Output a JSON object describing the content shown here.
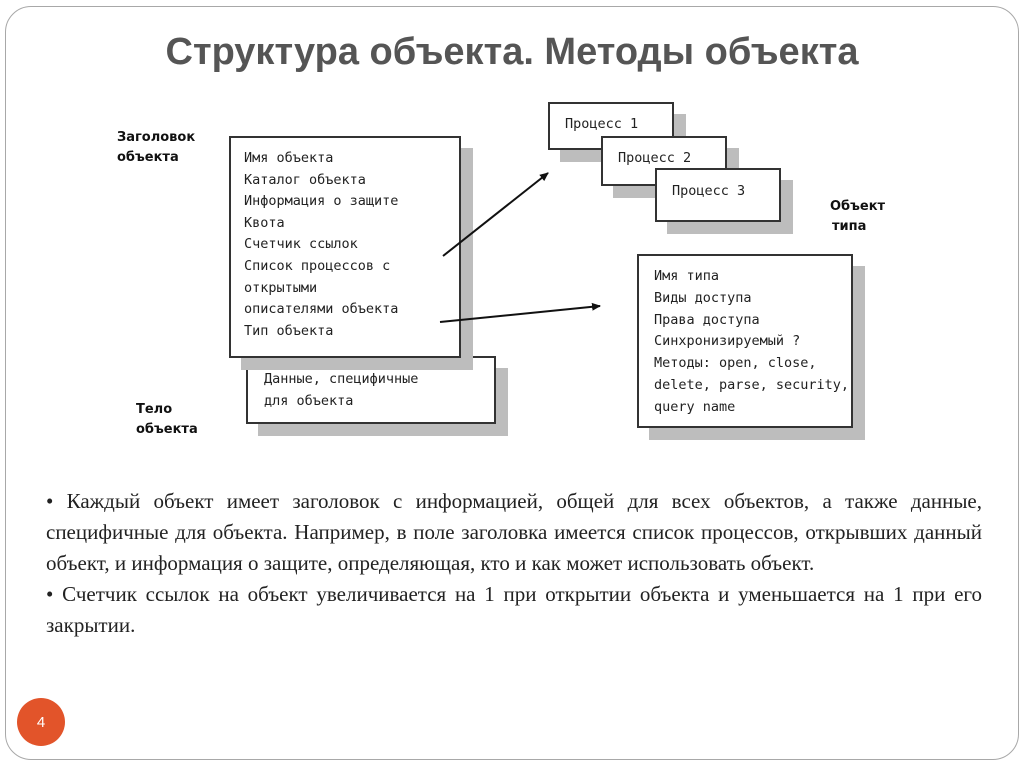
{
  "slide": {
    "title": "Структура объекта. Методы объекта",
    "page_number": "4"
  },
  "diagram": {
    "header_label": [
      "Заголовок",
      "объекта"
    ],
    "body_label": [
      "Тело",
      "объекта"
    ],
    "type_label": [
      "Объект",
      "типа"
    ],
    "header_box": [
      "Имя объекта",
      "Каталог объекта",
      "Информация о защите",
      "Квота",
      "Счетчик  ссылок",
      "Список процессов с",
      "открытыми",
      "описателями объекта",
      "Тип объекта"
    ],
    "body_box": [
      "Данные, специфичные",
      "для объекта"
    ],
    "processes": [
      "Процесс 1",
      "Процесс 2",
      "Процесс 3"
    ],
    "type_box": [
      "Имя типа",
      "Виды доступа",
      "Права доступа",
      "Синхронизируемый ?",
      "Методы: open, close,",
      "delete, parse, security,",
      "query name"
    ]
  },
  "bullets": [
    "• Каждый объект имеет заголовок с информацией, общей для всех объектов, а также данные, специфичные для объекта. Например, в поле заголовка имеется список процессов, открывших данный объект, и информация о защите, определяющая, кто и как может использовать объект.",
    "• Счетчик ссылок на объект увеличивается на 1 при открытии объекта и уменьшается на 1 при его закрытии."
  ],
  "colors": {
    "title": "#555555",
    "badge": "#e2542a",
    "shadow": "#bdbdbd"
  }
}
